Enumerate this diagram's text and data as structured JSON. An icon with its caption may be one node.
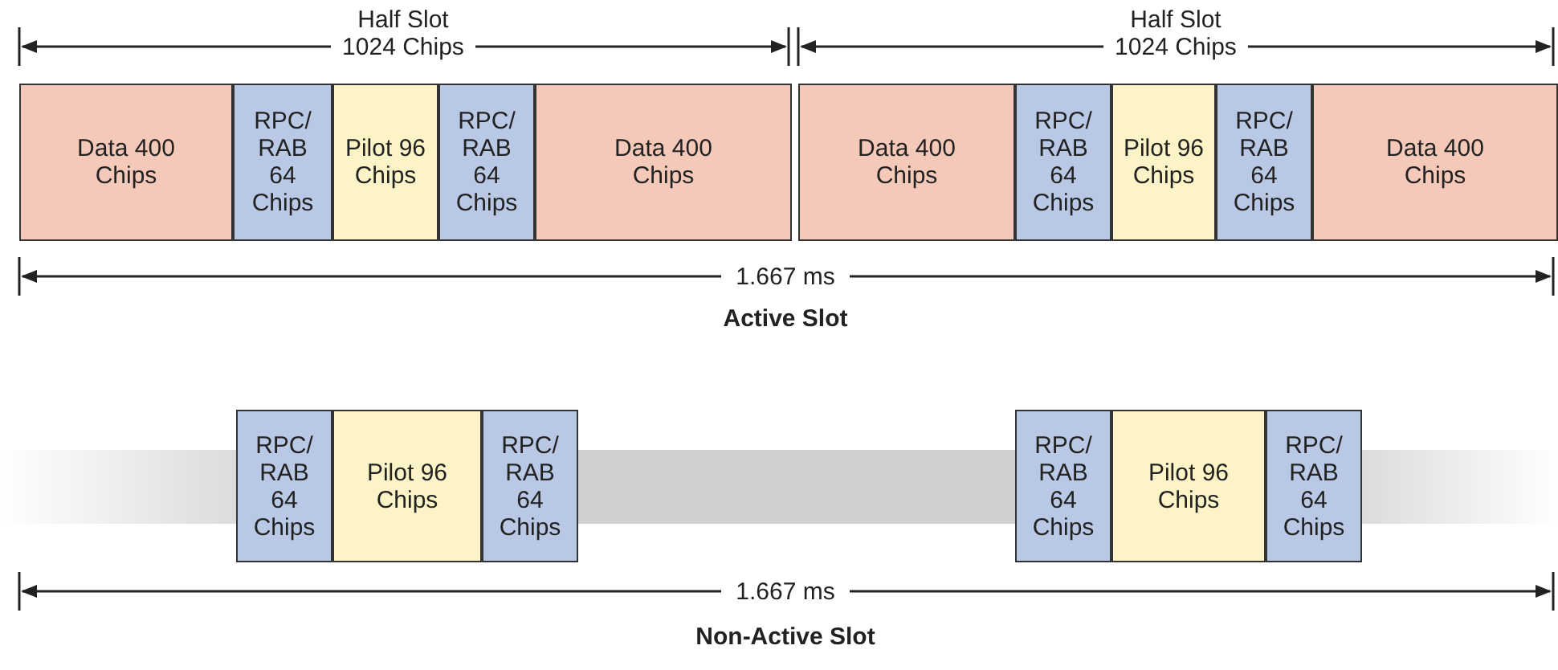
{
  "diagram": {
    "nodes": [
      {
        "text": [
          "Data 400 Chips"
        ]
      },
      {
        "text": [
          "RPC/ RAB 64 Chips"
        ]
      },
      {
        "text": [
          "Pilot 96 Chips"
        ]
      },
      {
        "text": [
          "RPC/ RAB 64 Chips"
        ]
      },
      {
        "text": [
          "Data 400 Chips"
        ]
      },
      {
        "text": [
          "Data 400 Chips"
        ]
      },
      {
        "text": [
          "RPC/ RAB 64 Chips"
        ]
      },
      {
        "text": [
          "Pilot 96 Chips"
        ]
      },
      {
        "text": [
          "RPC/ RAB 64 Chips"
        ]
      },
      {
        "text": [
          "Data 400 Chips"
        ]
      },
      {
        "text": [
          "RPC/ RAB 64 Chips"
        ]
      },
      {
        "text": [
          "Pilot 96 Chips"
        ]
      },
      {
        "text": [
          "RPC/ RAB 64 Chips"
        ]
      },
      {
        "text": [
          "RPC/ RAB 64 Chips"
        ]
      },
      {
        "text": [
          "Pilot 96 Chips"
        ]
      },
      {
        "text": [
          "RPC/ RAB 64 Chips"
        ]
      }
    ],
    "edges": [],
    "labels": [
      "Half Slot 1024 Chips",
      "Half Slot 1024 Chips",
      "1.667 ms",
      "Active Slot",
      "1.667 ms",
      "Non-Active Slot"
    ]
  }
}
